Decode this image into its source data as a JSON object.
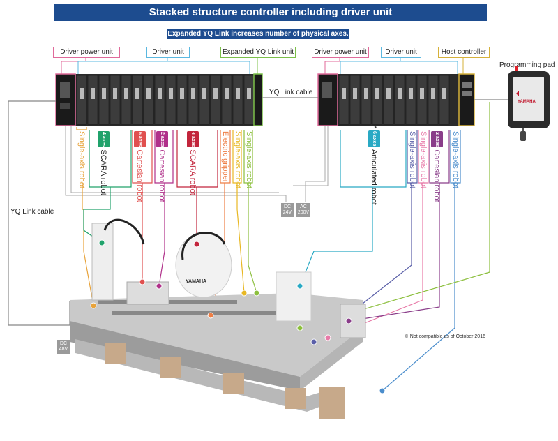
{
  "title": "Stacked structure controller including driver unit",
  "subtitle": "Expanded YQ Link increases number of physical axes.",
  "unit_labels": {
    "driver_power_1": "Driver power unit",
    "driver_unit_1": "Driver unit",
    "expanded": "Expanded YQ Link unit",
    "driver_power_2": "Driver power unit",
    "driver_unit_2": "Driver unit",
    "host": "Host controller",
    "pad": "Programming pad"
  },
  "cables": {
    "middle": "YQ Link cable",
    "left": "YQ Link cable"
  },
  "power": {
    "dc24_line1": "DC",
    "dc24_line2": "24V",
    "ac200_line1": "AC",
    "ac200_line2": "200V",
    "dc48_line1": "DC",
    "dc48_line2": "48V"
  },
  "robots_left": [
    {
      "label": "Single-axis robot",
      "badge": "",
      "color": "#e8a33b"
    },
    {
      "label": "SCARA robot",
      "badge": "4 axes",
      "color": "#20a26b"
    },
    {
      "label": "Cartesian robot",
      "badge": "6 axes",
      "color": "#e0504f"
    },
    {
      "label": "Cartesian robot",
      "badge": "2 axes",
      "color": "#b0308a"
    },
    {
      "label": "SCARA robot",
      "badge": "4 axes",
      "color": "#c2253c"
    },
    {
      "label": "Electric gripper",
      "badge": "",
      "color": "#ee7e45"
    },
    {
      "label": "Single-axis robot",
      "badge": "",
      "color": "#e8b824"
    },
    {
      "label": "Single-axis robot",
      "badge": "",
      "color": "#8cbf3d"
    }
  ],
  "robots_right": [
    {
      "label": "Articulated robot",
      "badge": "6 axes",
      "color": "#29a9c4",
      "asterisk": "*"
    },
    {
      "label": "Single-axis robot",
      "badge": "",
      "color": "#5a5fa8"
    },
    {
      "label": "Single-axis robot",
      "badge": "",
      "color": "#e87aa8"
    },
    {
      "label": "Cartesian robot",
      "badge": "2 axes",
      "color": "#8a3d8a"
    },
    {
      "label": "Single-axis robot",
      "badge": "",
      "color": "#4a8dcc"
    }
  ],
  "note": "※ Not compatible as of October 2016",
  "pad_brand": "YAMAHA",
  "robot_brand": "YAMAHA",
  "colors": {
    "banner": "#1d4c8f",
    "driver_power": "#e06a9a",
    "driver_unit": "#5bb8e0",
    "expanded": "#7cc04a",
    "host": "#d6b13a"
  }
}
